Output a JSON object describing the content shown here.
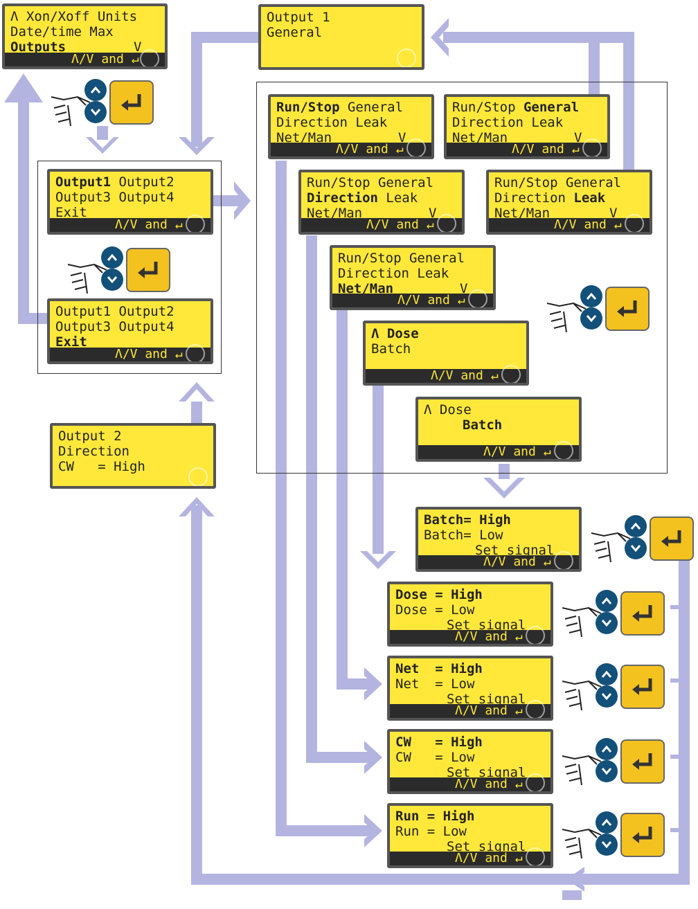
{
  "colors": {
    "lcd_bg": "#ffe83a",
    "lcd_border": "#555555",
    "bar": "#2b2b2b",
    "arrow": "#b4b4e0",
    "key": "#13507a",
    "enter_key": "#f4c21f"
  },
  "icons": {
    "up": "up-arrow-key-icon",
    "down": "down-arrow-key-icon",
    "enter": "enter-key-icon",
    "hand": "pointing-hand-icon"
  },
  "nav_hint": "Λ/V and ↵",
  "screens": {
    "outputs_menu": {
      "l1": "Λ Xon/Xoff Units",
      "l2": "Date/time Max",
      "l3": "Outputs",
      "l3v": "V"
    },
    "output1_general": {
      "l1": "Output 1",
      "l2": "General"
    },
    "sel_output1": {
      "l1a": "Output1",
      "l1b": " Output2",
      "l2": "Output3 Output4",
      "l3": "Exit"
    },
    "sel_exit": {
      "l1": "Output1 Output2",
      "l2": "Output3 Output4",
      "l3": "Exit"
    },
    "output2_direction": {
      "l1": "Output 2",
      "l2": "Direction",
      "l3": "CW   = High"
    },
    "fn_runstop": {
      "l1a": "Run/Stop",
      "l1b": " General",
      "l2": "Direction Leak",
      "l3": "Net/Man",
      "v": "V"
    },
    "fn_general": {
      "l1a": "Run/Stop ",
      "l1b": "General",
      "l2": "Direction Leak",
      "l3": "Net/Man",
      "v": "V"
    },
    "fn_direction": {
      "l1": "Run/Stop General",
      "l2a": "Direction",
      "l2b": " Leak",
      "l3": "Net/Man",
      "v": "V"
    },
    "fn_leak": {
      "l1": "Run/Stop General",
      "l2a": "Direction ",
      "l2b": "Leak",
      "l3": "Net/Man",
      "v": "V"
    },
    "fn_netman": {
      "l1": "Run/Stop General",
      "l2": "Direction Leak",
      "l3": "Net/Man",
      "v": "V"
    },
    "fn_dose": {
      "l1": "Λ Dose",
      "l2": "Batch"
    },
    "fn_batch": {
      "l1": "Λ Dose",
      "l2": "Batch"
    },
    "sig_batch": {
      "l1": "Batch= High",
      "l2": "Batch= Low",
      "l3": "Set signal"
    },
    "sig_dose": {
      "l1": "Dose = High",
      "l2": "Dose = Low",
      "l3": "Set signal"
    },
    "sig_net": {
      "l1": "Net  = High",
      "l2": "Net  = Low",
      "l3": "Set signal"
    },
    "sig_cw": {
      "l1": "CW   = High",
      "l2": "CW   = Low",
      "l3": "Set signal"
    },
    "sig_run": {
      "l1": "Run = High",
      "l2": "Run = Low",
      "l3": "Set signal"
    }
  }
}
